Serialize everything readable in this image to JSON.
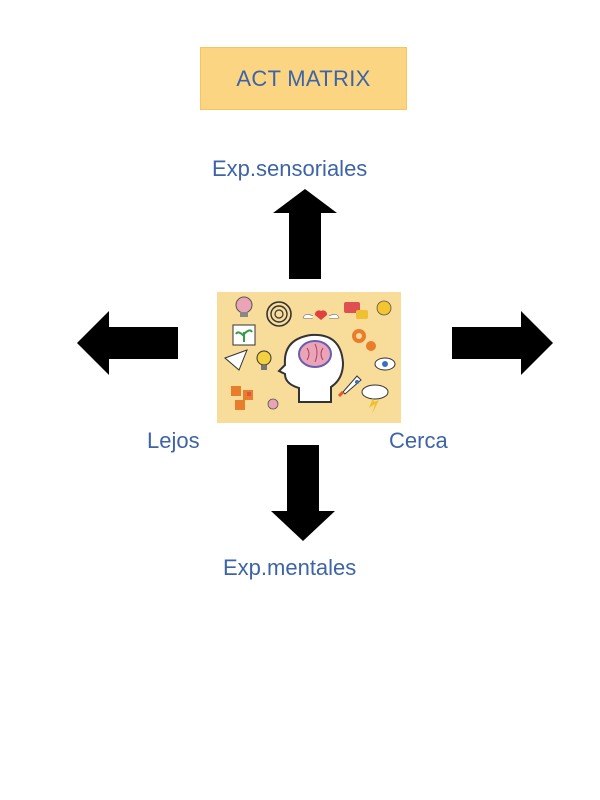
{
  "title": "ACT MATRIX",
  "labels": {
    "top": "Exp.sensoriales",
    "bottom": "Exp.mentales",
    "left": "Lejos",
    "right": "Cerca"
  },
  "colors": {
    "title_bg": "#fcd583",
    "text": "#3d64a8",
    "arrow": "#000000",
    "illustration_bg": "#f8dc9a"
  },
  "icons": {
    "center": "head-brain-icons-illustration",
    "up": "arrow-up-icon",
    "down": "arrow-down-icon",
    "left": "arrow-left-icon",
    "right": "arrow-right-icon"
  }
}
